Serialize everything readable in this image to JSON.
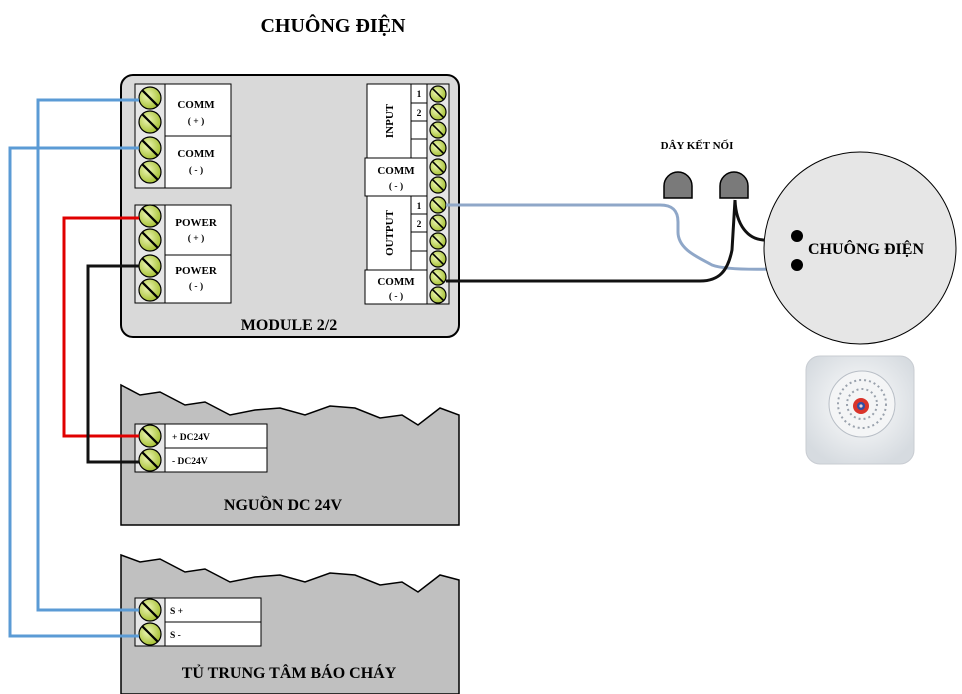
{
  "title": "CHUÔNG ĐIỆN",
  "module": {
    "name": "MODULE 2/2",
    "left_terminals": [
      {
        "label": "COMM",
        "sign": "( + )"
      },
      {
        "label": "COMM",
        "sign": "( - )"
      },
      {
        "label": "POWER",
        "sign": "( + )"
      },
      {
        "label": "POWER",
        "sign": "( - )"
      }
    ],
    "input": {
      "label": "INPUT",
      "pins": [
        "1",
        "2"
      ]
    },
    "comm_mid": {
      "label": "COMM",
      "sign": "( - )"
    },
    "output": {
      "label": "OUTPUT",
      "pins": [
        "1",
        "2"
      ]
    },
    "comm_bottom": {
      "label": "COMM",
      "sign": "( - )"
    }
  },
  "power_supply": {
    "name": "NGUỒN DC 24V",
    "terminals": [
      "+ DC24V",
      "-  DC24V"
    ]
  },
  "fire_panel": {
    "name": "TỦ TRUNG TÂM BÁO CHÁY",
    "terminals": [
      "S +",
      "S  -"
    ]
  },
  "connector_label": "DÂY KẾT NỐI",
  "bell": {
    "label": "CHUÔNG ĐIỆN"
  },
  "wire_colors": {
    "comm": "#5b9bd5",
    "power_pos": "#e00000",
    "power_neg": "#111111",
    "output": "#8fa7c8"
  }
}
